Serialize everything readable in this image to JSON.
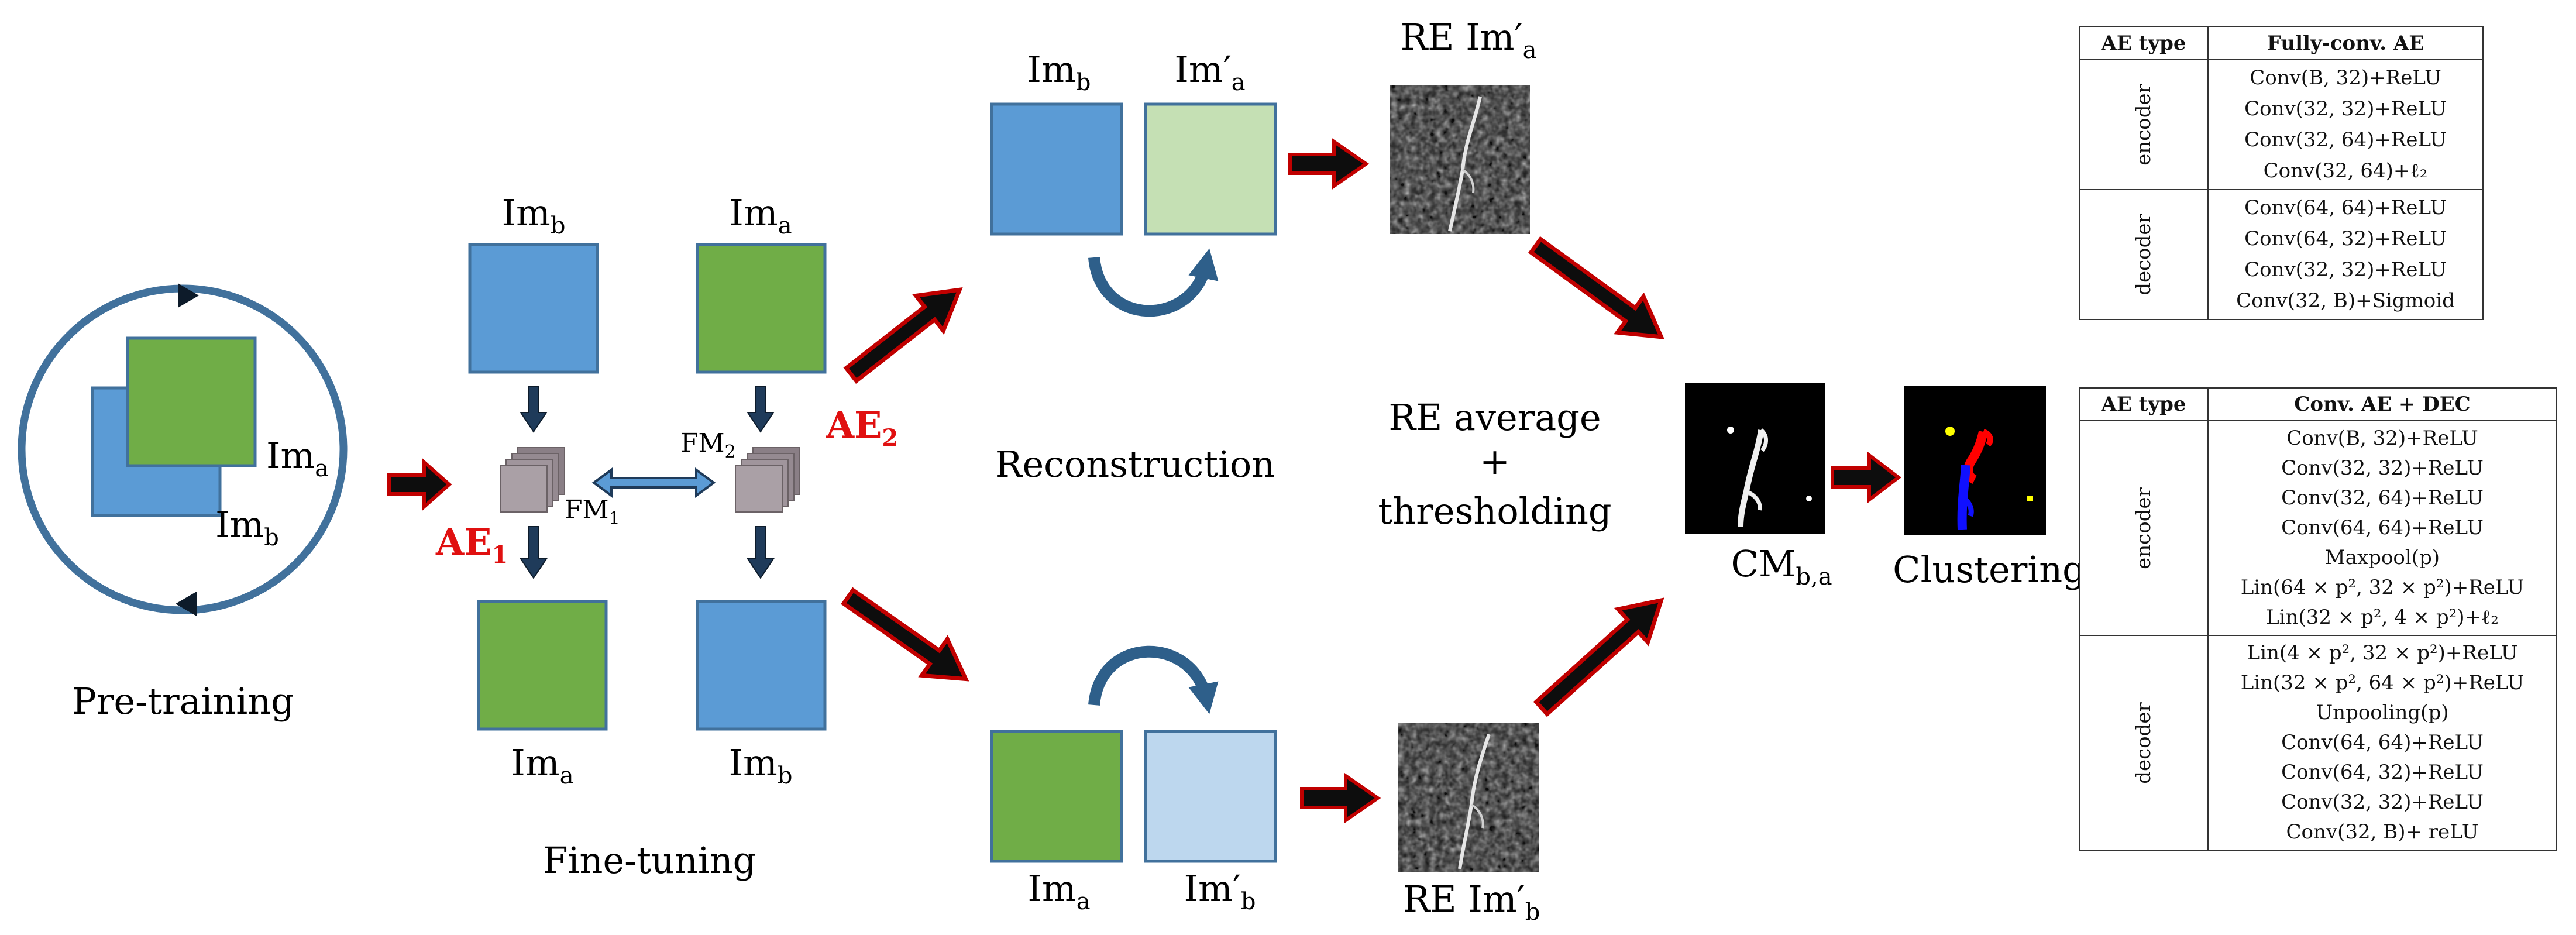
{
  "pretraining": {
    "label": "Pre-training",
    "im_a": "Im",
    "im_a_sub": "a",
    "im_b": "Im",
    "im_b_sub": "b"
  },
  "finetuning": {
    "label": "Fine-tuning",
    "ae1": "AE",
    "ae1_sub": "1",
    "ae2": "AE",
    "ae2_sub": "2",
    "fm1": "FM",
    "fm1_sub": "1",
    "fm2": "FM",
    "fm2_sub": "2",
    "top_left": "Im",
    "top_left_sub": "b",
    "top_right": "Im",
    "top_right_sub": "a",
    "bottom_left": "Im",
    "bottom_left_sub": "a",
    "bottom_right": "Im",
    "bottom_right_sub": "b"
  },
  "reconstruction": {
    "label": "Reconstruction",
    "top_input": "Im",
    "top_input_sub": "b",
    "top_output": "Im′",
    "top_output_sub": "a",
    "bottom_input": "Im",
    "bottom_input_sub": "a",
    "bottom_output": "Im′",
    "bottom_output_sub": "b"
  },
  "re_maps": {
    "top": "RE Im′",
    "top_sub": "a",
    "bottom": "RE Im′",
    "bottom_sub": "b"
  },
  "fusion": {
    "line1": "RE average",
    "line2": "+",
    "line3": "thresholding"
  },
  "change_map": {
    "label": "CM",
    "label_sub": "b,a"
  },
  "clustering": {
    "label": "Clustering"
  },
  "colors": {
    "blue_square": "#5b9bd5",
    "green_square": "#70ad47",
    "light_green": "#c5e0b4",
    "light_blue": "#bdd7ee",
    "square_border": "#41719c",
    "arrow_red": "#c00000",
    "cycle_arrow": "#2e5f8a"
  },
  "table1": {
    "col1": "AE type",
    "col2": "Fully-conv. AE",
    "encoder_label": "encoder",
    "decoder_label": "decoder",
    "encoder": [
      "Conv(B, 32)+ReLU",
      "Conv(32, 32)+ReLU",
      "Conv(32, 64)+ReLU",
      "Conv(32, 64)+ℓ₂"
    ],
    "decoder": [
      "Conv(64, 64)+ReLU",
      "Conv(64, 32)+ReLU",
      "Conv(32, 32)+ReLU",
      "Conv(32, B)+Sigmoid"
    ]
  },
  "table2": {
    "col1": "AE type",
    "col2": "Conv. AE + DEC",
    "encoder_label": "encoder",
    "decoder_label": "decoder",
    "encoder": [
      "Conv(B, 32)+ReLU",
      "Conv(32, 32)+ReLU",
      "Conv(32, 64)+ReLU",
      "Conv(64, 64)+ReLU",
      "Maxpool(p)",
      "Lin(64 × p², 32 × p²)+ReLU",
      "Lin(32 × p², 4 × p²)+ℓ₂"
    ],
    "decoder": [
      "Lin(4 × p², 32 × p²)+ReLU",
      "Lin(32 × p², 64 × p²)+ReLU",
      "Unpooling(p)",
      "Conv(64, 64)+ReLU",
      "Conv(64, 32)+ReLU",
      "Conv(32, 32)+ReLU",
      "Conv(32, B)+ reLU"
    ]
  }
}
